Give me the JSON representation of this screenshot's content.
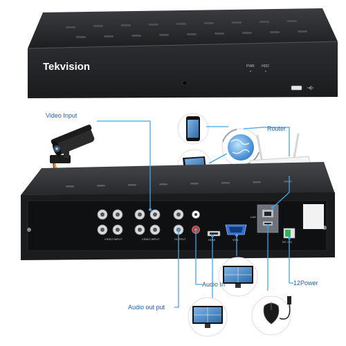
{
  "brand": "Tekvision",
  "front_panel": {
    "pwr_label": "PWR",
    "hdd_label": "HDD"
  },
  "labels": {
    "video_input": "Video Input",
    "router": "Router",
    "audio_in": "Audio In",
    "audio_out": "Audio out put",
    "power": "12Power"
  },
  "rear_panel": {
    "video_input_1": "VIDEO INPUT",
    "video_input_2": "VIDEO INPUT",
    "output": "OUTPUT",
    "vga": "VGA",
    "lan": "LAN",
    "hdmi": "HDMI",
    "dc": "DC 12V"
  },
  "colors": {
    "accent": "#3ea7ee",
    "label": "#1e5fa8",
    "device_body": "#222426",
    "panel": "#0f1011"
  },
  "icons": [
    "camera-icon",
    "smartphone-icon",
    "laptop-icon",
    "cloud-globe-icon",
    "router-icon",
    "monitor-icon",
    "mouse-icon",
    "usb-icon"
  ]
}
